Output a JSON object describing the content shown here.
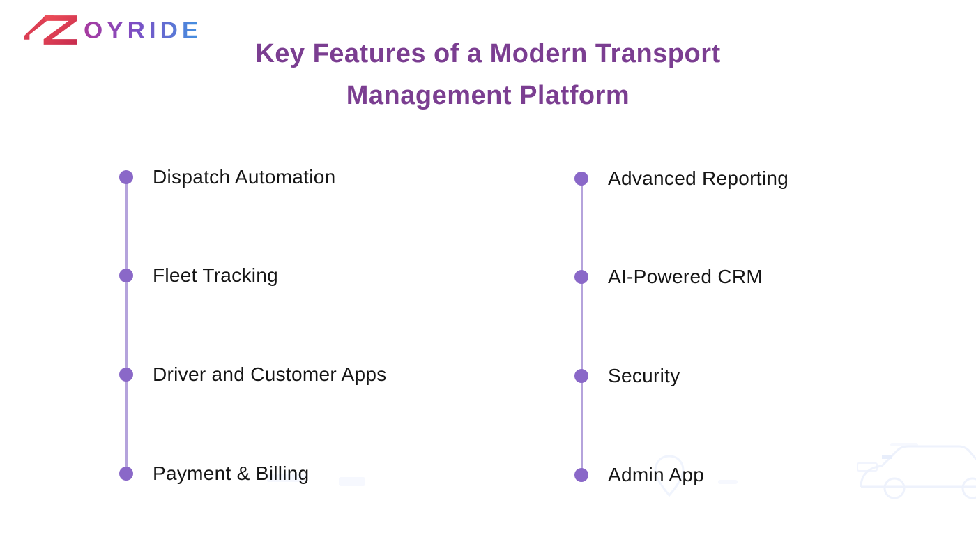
{
  "logo": {
    "brand": "ZOYRIDE",
    "mark_icon": "double-z-mark",
    "text": "OYRIDE",
    "mark_gradient": [
      "#ef4f58",
      "#c62b4e"
    ],
    "text_gradient": [
      "#a83a9f",
      "#7b4fc5",
      "#4094e2"
    ]
  },
  "title": {
    "line1": "Key Features of a Modern Transport",
    "line2": "Management Platform",
    "color": "#7b3e91"
  },
  "features": {
    "left": [
      "Dispatch Automation",
      "Fleet Tracking",
      "Driver and Customer Apps",
      "Payment & Billing"
    ],
    "right": [
      "Advanced Reporting",
      "AI-Powered CRM",
      "Security",
      "Admin App"
    ]
  },
  "timeline_style": {
    "dot_color": "#8a68c8",
    "connector_color": "#b5a3dc",
    "label_color": "#151515"
  },
  "watermark": {
    "icon": "car-outline",
    "color": "#f0f4fd"
  }
}
